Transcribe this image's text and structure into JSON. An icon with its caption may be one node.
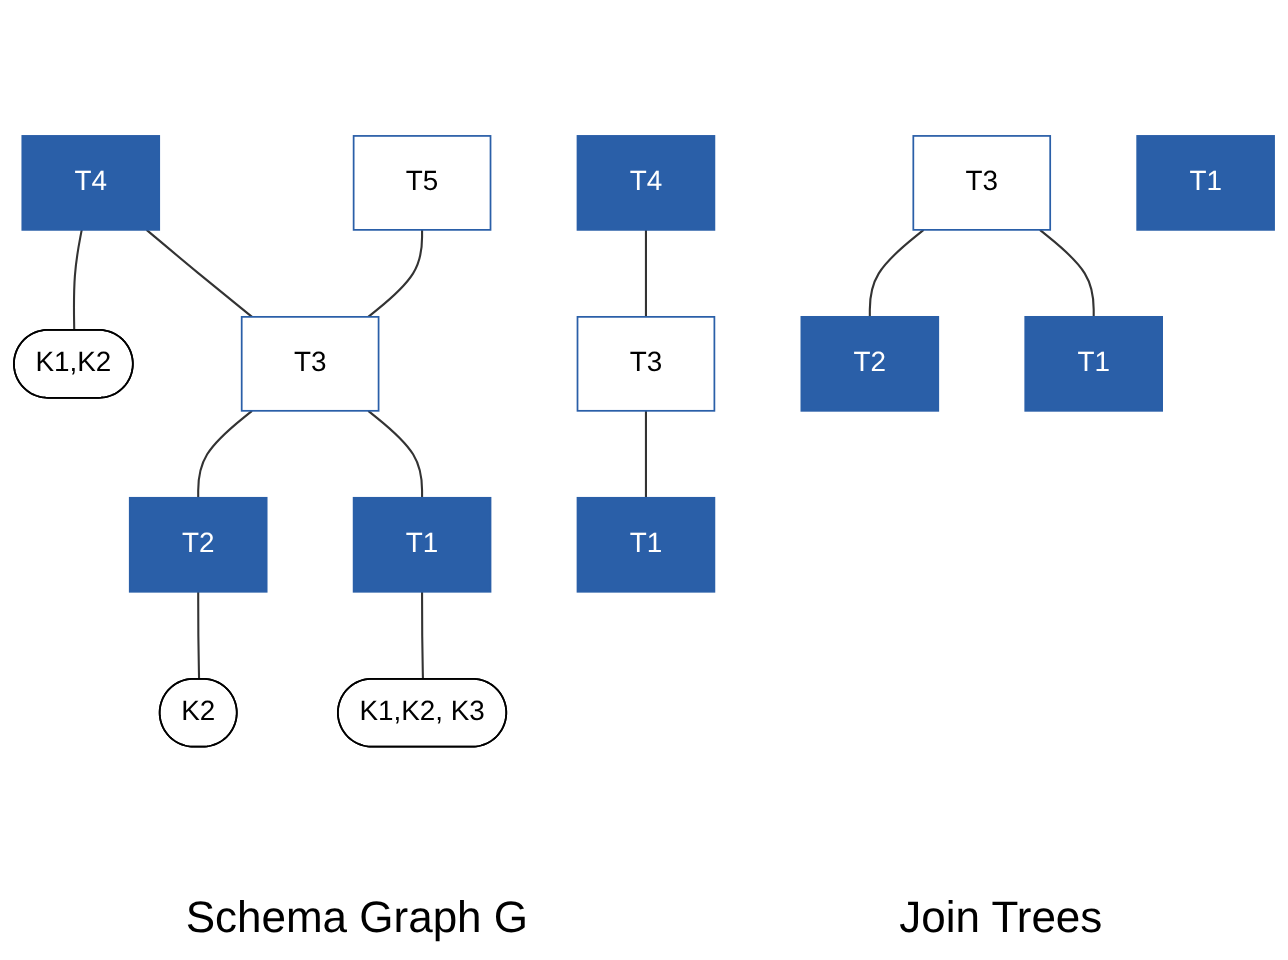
{
  "diagram": {
    "nodes": [
      {
        "text": [
          "K1,K2"
        ]
      },
      {
        "text": [
          "T4"
        ]
      },
      {
        "text": [
          "K2"
        ]
      },
      {
        "text": [
          "T5"
        ]
      },
      {
        "text": [
          "T3"
        ]
      },
      {
        "text": [
          "T2"
        ]
      },
      {
        "text": [
          "T1"
        ]
      },
      {
        "text": [
          "K1,K2, K3"
        ]
      },
      {
        "text": [
          "T4"
        ]
      },
      {
        "text": [
          "T3"
        ]
      },
      {
        "text": [
          "T1"
        ]
      },
      {
        "text": [
          "T3"
        ]
      },
      {
        "text": [
          "T2"
        ]
      },
      {
        "text": [
          "T1"
        ]
      },
      {
        "text": [
          "T1"
        ]
      }
    ],
    "edges": [
      {
        "from": 1,
        "to": 0,
        "arrow": "none"
      },
      {
        "from": 5,
        "to": 2,
        "arrow": "none"
      },
      {
        "from": 3,
        "to": 4,
        "arrow": "none"
      },
      {
        "from": 4,
        "to": 5,
        "arrow": "none"
      },
      {
        "from": 1,
        "to": 4,
        "arrow": "none"
      },
      {
        "from": 4,
        "to": 6,
        "arrow": "none"
      },
      {
        "from": 6,
        "to": 7,
        "arrow": "none"
      },
      {
        "from": 8,
        "to": 9,
        "arrow": "none"
      },
      {
        "from": 9,
        "to": 10,
        "arrow": "none"
      },
      {
        "from": 11,
        "to": 12,
        "arrow": "none"
      },
      {
        "from": 11,
        "to": 13,
        "arrow": "none"
      }
    ],
    "labels": [
      "Schema Graph G",
      "Join Trees"
    ]
  }
}
